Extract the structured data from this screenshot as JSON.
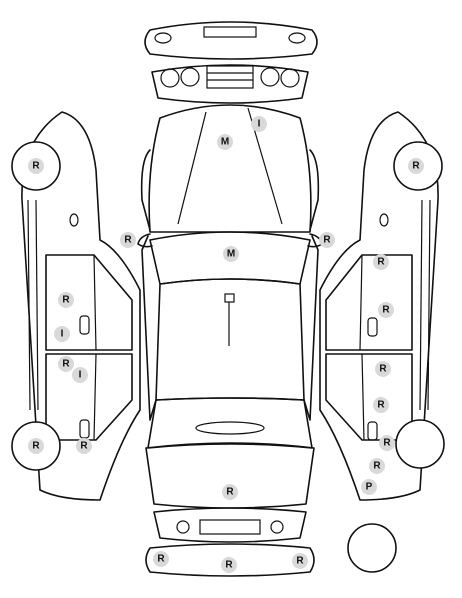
{
  "colors": {
    "line": "#111111",
    "marker_fill": "#d9d9d9",
    "background": "#ffffff"
  },
  "markers": [
    {
      "id": "m-hood-I",
      "label": "I"
    },
    {
      "id": "m-hood-M",
      "label": "M"
    },
    {
      "id": "m-windshield-M",
      "label": "M"
    },
    {
      "id": "m-mirror-left-R",
      "label": "R"
    },
    {
      "id": "m-mirror-right-R",
      "label": "R"
    },
    {
      "id": "m-trunk-R",
      "label": "R"
    },
    {
      "id": "m-rear-bumper-left-R",
      "label": "R"
    },
    {
      "id": "m-rear-bumper-center-R",
      "label": "R"
    },
    {
      "id": "m-rear-bumper-right-R",
      "label": "R"
    },
    {
      "id": "m-left-front-wheel-R",
      "label": "R"
    },
    {
      "id": "m-left-rear-wheel-R",
      "label": "R"
    },
    {
      "id": "m-left-front-door-R",
      "label": "R"
    },
    {
      "id": "m-left-front-door-I",
      "label": "I"
    },
    {
      "id": "m-left-rear-door-R",
      "label": "R"
    },
    {
      "id": "m-left-rear-door-I",
      "label": "I"
    },
    {
      "id": "m-left-sill-R",
      "label": "R"
    },
    {
      "id": "m-right-front-wheel-R",
      "label": "R"
    },
    {
      "id": "m-right-front-door-top-R",
      "label": "R"
    },
    {
      "id": "m-right-front-door-R",
      "label": "R"
    },
    {
      "id": "m-right-rear-door-top-R",
      "label": "R"
    },
    {
      "id": "m-right-rear-door-R",
      "label": "R"
    },
    {
      "id": "m-right-rear-wheel-R",
      "label": "R"
    },
    {
      "id": "m-right-quarter-R",
      "label": "R"
    },
    {
      "id": "m-right-quarter-P",
      "label": "P"
    }
  ]
}
